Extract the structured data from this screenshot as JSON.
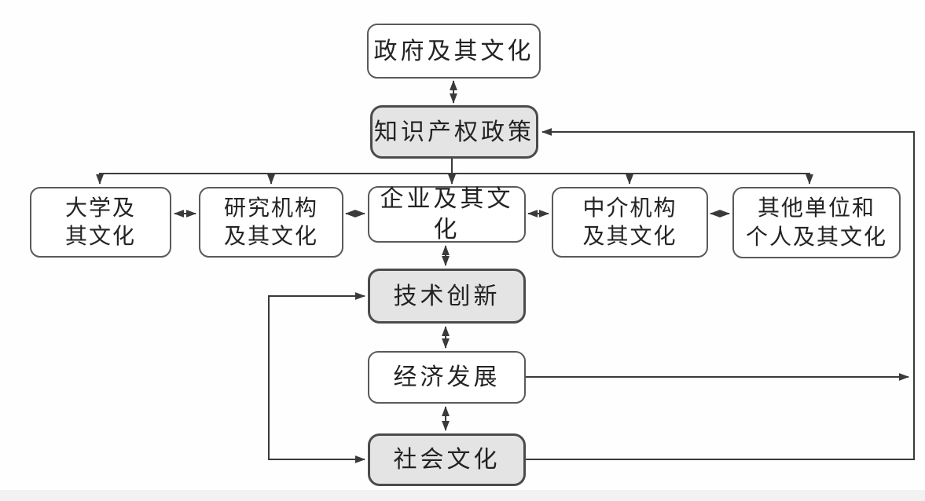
{
  "diagram": {
    "description": "Flow diagram of an intellectual-property-policy innovation system with feedback loops",
    "nodes": {
      "government": {
        "label": "政府及其文化",
        "fill": "white"
      },
      "ip_policy": {
        "label": "知识产权政策",
        "fill": "gray"
      },
      "university": {
        "label": "大学及\n其文化",
        "fill": "white"
      },
      "research": {
        "label": "研究机构\n及其文化",
        "fill": "white"
      },
      "enterprise": {
        "label": "企业及其文化",
        "fill": "white"
      },
      "intermediary": {
        "label": "中介机构\n及其文化",
        "fill": "white"
      },
      "others": {
        "label": "其他单位和\n个人及其文化",
        "fill": "white"
      },
      "tech_innovation": {
        "label": "技术创新",
        "fill": "gray"
      },
      "economic_development": {
        "label": "经济发展",
        "fill": "white"
      },
      "social_culture": {
        "label": "社会文化",
        "fill": "gray"
      }
    },
    "edges": [
      {
        "from": "政府及其文化",
        "to": "知识产权政策",
        "type": "bidirectional"
      },
      {
        "from": "知识产权政策",
        "to": "大学及其文化",
        "type": "directed"
      },
      {
        "from": "知识产权政策",
        "to": "研究机构及其文化",
        "type": "directed"
      },
      {
        "from": "知识产权政策",
        "to": "企业及其文化",
        "type": "directed"
      },
      {
        "from": "知识产权政策",
        "to": "中介机构及其文化",
        "type": "directed"
      },
      {
        "from": "知识产权政策",
        "to": "其他单位和个人及其文化",
        "type": "directed"
      },
      {
        "from": "大学及其文化",
        "to": "研究机构及其文化",
        "type": "bidirectional"
      },
      {
        "from": "研究机构及其文化",
        "to": "企业及其文化",
        "type": "bidirectional"
      },
      {
        "from": "企业及其文化",
        "to": "中介机构及其文化",
        "type": "bidirectional"
      },
      {
        "from": "中介机构及其文化",
        "to": "其他单位和个人及其文化",
        "type": "bidirectional"
      },
      {
        "from": "企业及其文化",
        "to": "技术创新",
        "type": "bidirectional"
      },
      {
        "from": "技术创新",
        "to": "经济发展",
        "type": "bidirectional"
      },
      {
        "from": "经济发展",
        "to": "社会文化",
        "type": "bidirectional"
      },
      {
        "from": "经济发展",
        "to": "知识产权政策",
        "type": "directed-feedback"
      },
      {
        "from": "社会文化",
        "to": "知识产权政策",
        "type": "directed-feedback"
      },
      {
        "from": "左侧回路",
        "to": "技术创新",
        "type": "directed"
      },
      {
        "from": "左侧回路",
        "to": "社会文化",
        "type": "directed"
      }
    ],
    "colors": {
      "line": "#3a3a3a",
      "box_border_white": "#5a5a5a",
      "box_border_gray": "#4b4b4b",
      "box_fill_gray": "#e4e4e4",
      "box_fill_white": "#ffffff",
      "text": "#232323",
      "background": "#fefefe"
    }
  }
}
